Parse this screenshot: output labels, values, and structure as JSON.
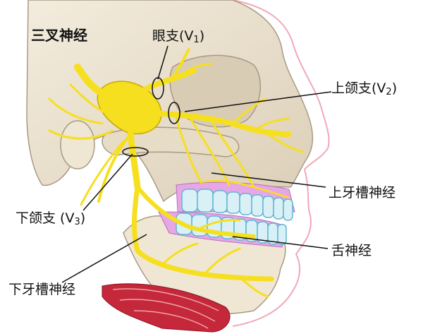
{
  "diagram": {
    "title": "三叉神经",
    "labels": {
      "ophthalmic_prefix": "眼支(V",
      "ophthalmic_sub": "1",
      "ophthalmic_suffix": ")",
      "maxillary_prefix": "上颌支(V",
      "maxillary_sub": "2",
      "maxillary_suffix": ")",
      "superior_alveolar": "上牙槽神经",
      "mandibular_prefix": "下颌支 (V",
      "mandibular_sub": "3",
      "mandibular_suffix": ")",
      "lingual": "舌神经",
      "inferior_alveolar": "下牙槽神经"
    },
    "colors": {
      "nerve": "#f6df1f",
      "nerve_outline": "#c9a800",
      "skin_outline": "#f0a8b8",
      "skull": "#efe6d4",
      "skull_outline": "#a89a86",
      "teeth": "#d9f1f6",
      "teeth_outline": "#5fb7d1",
      "gum": "#e6a7e6",
      "muscle": "#c4283a",
      "leader_line": "#111111"
    }
  }
}
